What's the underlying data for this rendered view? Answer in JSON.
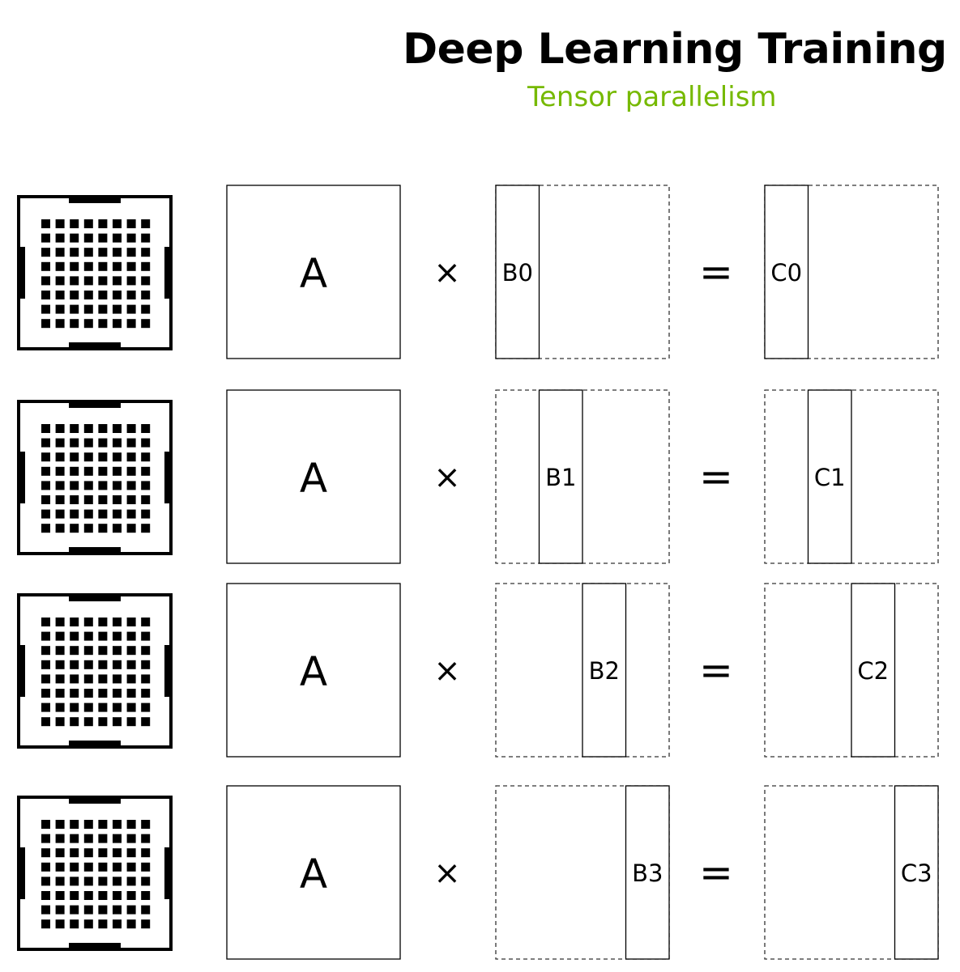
{
  "title": "Deep Learning Training",
  "subtitle": "Tensor parallelism",
  "colors": {
    "accent": "#76b900",
    "ink": "#000000"
  },
  "icons": {
    "gpu": "gpu-chip-icon"
  },
  "operators": {
    "multiply": "×",
    "equals": "="
  },
  "rows": [
    {
      "a_label": "A",
      "b_label": "B0",
      "c_label": "C0",
      "shard_index": 0
    },
    {
      "a_label": "A",
      "b_label": "B1",
      "c_label": "C1",
      "shard_index": 1
    },
    {
      "a_label": "A",
      "b_label": "B2",
      "c_label": "C2",
      "shard_index": 2
    },
    {
      "a_label": "A",
      "b_label": "B3",
      "c_label": "C3",
      "shard_index": 3
    }
  ],
  "shard_count": 4
}
